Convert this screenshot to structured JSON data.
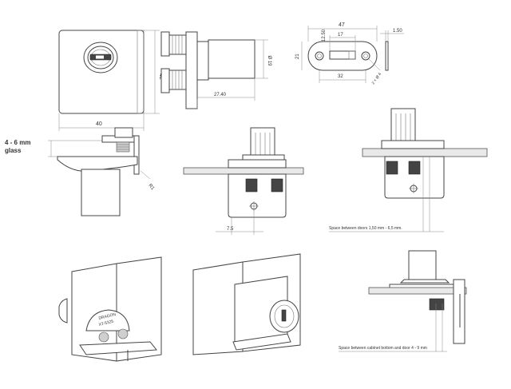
{
  "front_view": {
    "dim_height": "42",
    "dim_width": "40"
  },
  "side_view": {
    "dim_depth": "27.40",
    "dim_diameter": "Ø 19"
  },
  "strike_plate": {
    "dim_length": "47",
    "dim_slot": "17",
    "dim_slot_height": "12.50",
    "dim_height": "21",
    "dim_hole_spacing": "32",
    "dim_hole": "2 × Ø 4",
    "dim_thickness": "1.50"
  },
  "glass_section": {
    "label_line1": "4 - 6 mm",
    "label_line2": "glass",
    "dim_radius": "R1"
  },
  "center_section": {
    "dim_offset": "7.5"
  },
  "right_section": {
    "note": "Space between doors 1,50 mm - 6,5 mm."
  },
  "cabinet_section": {
    "note": "Space between cabinet bottom and door 4 - 9 mm"
  },
  "iso_view": {
    "engraving_line1": "DRAGON",
    "engraving_line2": "XT-5325"
  }
}
